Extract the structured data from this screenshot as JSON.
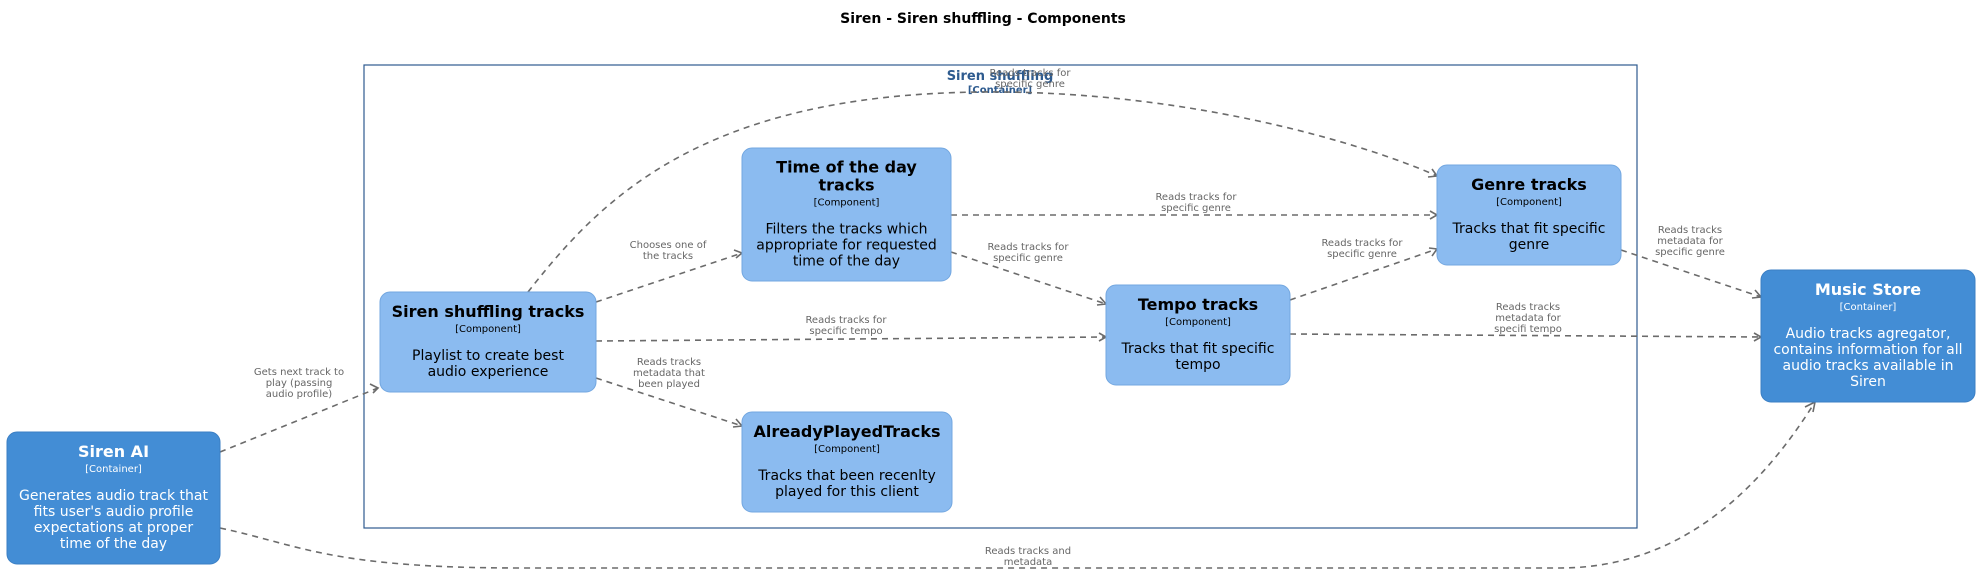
{
  "title": "Siren - Siren shuffling - Components",
  "colors": {
    "component": "#8bbbf0",
    "component_border": "#73a7e0",
    "container": "#438dd5",
    "container_border": "#3b7fc4",
    "boundary": "#2e5b8f",
    "relation": "#6b6b6b"
  },
  "boundary": {
    "name": "Siren shuffling",
    "type": "[Container]"
  },
  "nodes": {
    "siren_ai": {
      "name": [
        "Siren AI"
      ],
      "type": "[Container]",
      "desc": [
        "Generates audio track that",
        "fits user's audio profile",
        "expectations at proper",
        "time of the day"
      ]
    },
    "music_store": {
      "name": [
        "Music Store"
      ],
      "type": "[Container]",
      "desc": [
        "Audio tracks agregator,",
        "contains information for all",
        "audio tracks available in",
        "Siren"
      ]
    },
    "shuffling": {
      "name": [
        "Siren shuffling tracks"
      ],
      "type": "[Component]",
      "desc": [
        "Playlist to create best",
        "audio experience"
      ]
    },
    "time_of_day": {
      "name": [
        "Time of the day",
        "tracks"
      ],
      "type": "[Component]",
      "desc": [
        "Filters the tracks which",
        "appropriate for requested",
        "time of the day"
      ]
    },
    "genre": {
      "name": [
        "Genre tracks"
      ],
      "type": "[Component]",
      "desc": [
        "Tracks that fit specific",
        "genre"
      ]
    },
    "tempo": {
      "name": [
        "Tempo tracks"
      ],
      "type": "[Component]",
      "desc": [
        "Tracks that fit specific",
        "tempo"
      ]
    },
    "played": {
      "name": [
        "AlreadyPlayedTracks"
      ],
      "type": "[Component]",
      "desc": [
        "Tracks that been recenlty",
        "played for this client"
      ]
    }
  },
  "relations": [
    {
      "from": "siren_ai",
      "to": "shuffling",
      "label": [
        "Gets next track to",
        "play (passing",
        "audio profile)"
      ]
    },
    {
      "from": "siren_ai",
      "to": "music_store",
      "label": [
        "Reads tracks and",
        "metadata"
      ]
    },
    {
      "from": "shuffling",
      "to": "time_of_day",
      "label": [
        "Chooses one of",
        "the tracks"
      ]
    },
    {
      "from": "shuffling",
      "to": "genre",
      "label": [
        "Reads tracks for",
        "specific genre"
      ]
    },
    {
      "from": "shuffling",
      "to": "tempo",
      "label": [
        "Reads tracks for",
        "specific tempo"
      ]
    },
    {
      "from": "shuffling",
      "to": "played",
      "label": [
        "Reads tracks",
        "metadata that",
        "been played"
      ]
    },
    {
      "from": "time_of_day",
      "to": "genre",
      "label": [
        "Reads tracks for",
        "specific genre"
      ]
    },
    {
      "from": "time_of_day",
      "to": "tempo",
      "label": [
        "Reads tracks for",
        "specific genre"
      ]
    },
    {
      "from": "tempo",
      "to": "genre",
      "label": [
        "Reads tracks for",
        "specific genre"
      ]
    },
    {
      "from": "tempo",
      "to": "music_store",
      "label": [
        "Reads tracks",
        "metadata for",
        "specifi tempo"
      ]
    },
    {
      "from": "genre",
      "to": "music_store",
      "label": [
        "Reads tracks",
        "metadata for",
        "specific genre"
      ]
    }
  ]
}
